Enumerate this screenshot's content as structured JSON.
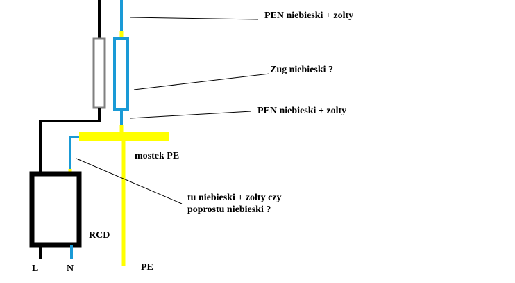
{
  "labels": {
    "pen_top": "PEN  niebieski + zolty",
    "zug": "Zug niebieski ?",
    "pen_mid": "PEN  niebieski + zolty",
    "mostek": "mostek PE",
    "question_line1": "tu niebieski + zolty czy",
    "question_line2": "poprostu niebieski  ?",
    "rcd": "RCD",
    "terminal_l": "L",
    "terminal_n": "N",
    "terminal_pe": "PE"
  },
  "colors": {
    "blue": "#1a9ad6",
    "yellow": "#ffff00",
    "black": "#000000",
    "gray": "#808080",
    "background": "#ffffff"
  }
}
